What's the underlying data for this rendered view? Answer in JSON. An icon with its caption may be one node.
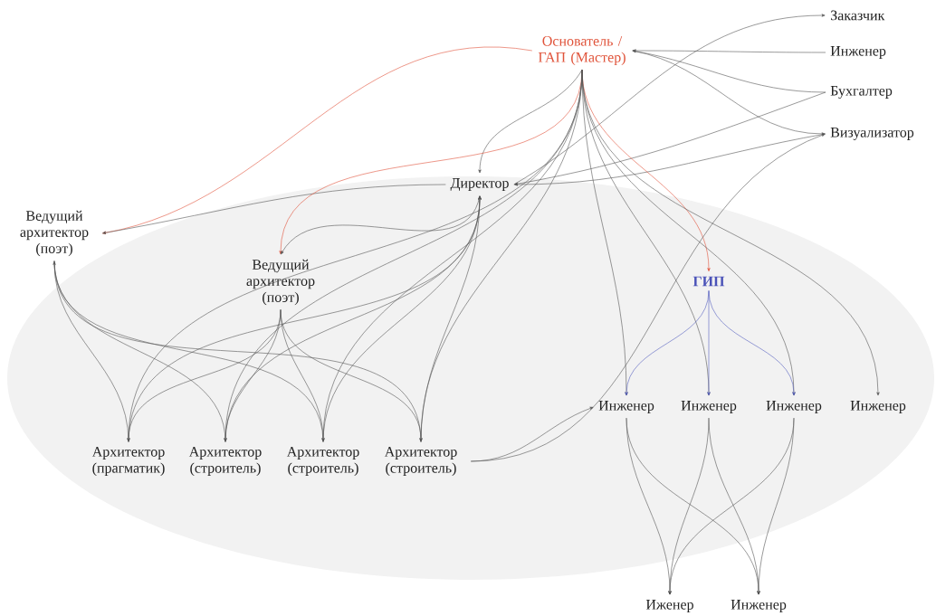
{
  "diagram": {
    "nodes": [
      {
        "text": [
          "Основатель / ГАП (Мастер)"
        ]
      },
      {
        "text": [
          "Заказчик"
        ]
      },
      {
        "text": [
          "Инженер"
        ]
      },
      {
        "text": [
          "Бухгалтер"
        ]
      },
      {
        "text": [
          "Визуализатор"
        ]
      },
      {
        "text": [
          "Директор"
        ]
      },
      {
        "text": [
          "Ведущий архитектор (поэт)"
        ]
      },
      {
        "text": [
          "Ведущий архитектор (поэт)"
        ]
      },
      {
        "text": [
          "ГИП"
        ]
      },
      {
        "text": [
          "Архитектор (прагматик)"
        ]
      },
      {
        "text": [
          "Архитектор (строитель)"
        ]
      },
      {
        "text": [
          "Архитектор (строитель)"
        ]
      },
      {
        "text": [
          "Архитектор (строитель)"
        ]
      },
      {
        "text": [
          "Инженер"
        ]
      },
      {
        "text": [
          "Инженер"
        ]
      },
      {
        "text": [
          "Инженер"
        ]
      },
      {
        "text": [
          "Инженер"
        ]
      },
      {
        "text": [
          "Иженер"
        ]
      },
      {
        "text": [
          "Инженер"
        ]
      }
    ],
    "edges": [
      {
        "from": 2,
        "to": 0,
        "arrow": "to"
      },
      {
        "from": 3,
        "to": 0,
        "arrow": "to"
      },
      {
        "from": 0,
        "to": 4,
        "arrow": "to"
      },
      {
        "from": 5,
        "to": 1,
        "arrow": "to"
      },
      {
        "from": 3,
        "to": 5,
        "arrow": "to"
      },
      {
        "from": 4,
        "to": 5,
        "arrow": "to"
      },
      {
        "from": 0,
        "to": 5,
        "arrow": "to"
      },
      {
        "from": 0,
        "to": 6,
        "arrow": "to",
        "color": "#e0533a"
      },
      {
        "from": 5,
        "to": 6,
        "arrow": "to"
      },
      {
        "from": 0,
        "to": 7,
        "arrow": "to",
        "color": "#e0533a"
      },
      {
        "from": 0,
        "to": 8,
        "arrow": "to",
        "color": "#e0533a"
      },
      {
        "from": 0,
        "to": 13,
        "arrow": "to"
      },
      {
        "from": 0,
        "to": 14,
        "arrow": "to"
      },
      {
        "from": 0,
        "to": 15,
        "arrow": "to"
      },
      {
        "from": 0,
        "to": 16,
        "arrow": "to"
      },
      {
        "from": 0,
        "to": 9,
        "arrow": "to"
      },
      {
        "from": 0,
        "to": 10,
        "arrow": "to"
      },
      {
        "from": 0,
        "to": 11,
        "arrow": "to"
      },
      {
        "from": 0,
        "to": 12,
        "arrow": "to"
      },
      {
        "from": 9,
        "to": 5,
        "arrow": "to"
      },
      {
        "from": 10,
        "to": 5,
        "arrow": "to"
      },
      {
        "from": 11,
        "to": 5,
        "arrow": "to"
      },
      {
        "from": 12,
        "to": 5,
        "arrow": "to"
      },
      {
        "from": 5,
        "to": 7,
        "arrow": "to"
      },
      {
        "from": 7,
        "to": 9,
        "arrow": "to"
      },
      {
        "from": 7,
        "to": 10,
        "arrow": "to"
      },
      {
        "from": 7,
        "to": 11,
        "arrow": "to"
      },
      {
        "from": 7,
        "to": 12,
        "arrow": "to"
      },
      {
        "from": 9,
        "to": 6,
        "arrow": "to"
      },
      {
        "from": 10,
        "to": 6,
        "arrow": "none"
      },
      {
        "from": 11,
        "to": 6,
        "arrow": "none"
      },
      {
        "from": 12,
        "to": 6,
        "arrow": "none"
      },
      {
        "from": 8,
        "to": 13,
        "arrow": "to",
        "color": "#5560c0"
      },
      {
        "from": 8,
        "to": 14,
        "arrow": "to",
        "color": "#5560c0"
      },
      {
        "from": 8,
        "to": 15,
        "arrow": "to",
        "color": "#5560c0"
      },
      {
        "from": 13,
        "to": 17,
        "arrow": "to"
      },
      {
        "from": 13,
        "to": 18,
        "arrow": "to"
      },
      {
        "from": 14,
        "to": 17,
        "arrow": "to"
      },
      {
        "from": 14,
        "to": 18,
        "arrow": "to"
      },
      {
        "from": 15,
        "to": 17,
        "arrow": "to"
      },
      {
        "from": 15,
        "to": 18,
        "arrow": "to"
      },
      {
        "from": 12,
        "to": 13,
        "arrow": "to"
      },
      {
        "from": 12,
        "to": 4,
        "arrow": "to"
      }
    ]
  }
}
